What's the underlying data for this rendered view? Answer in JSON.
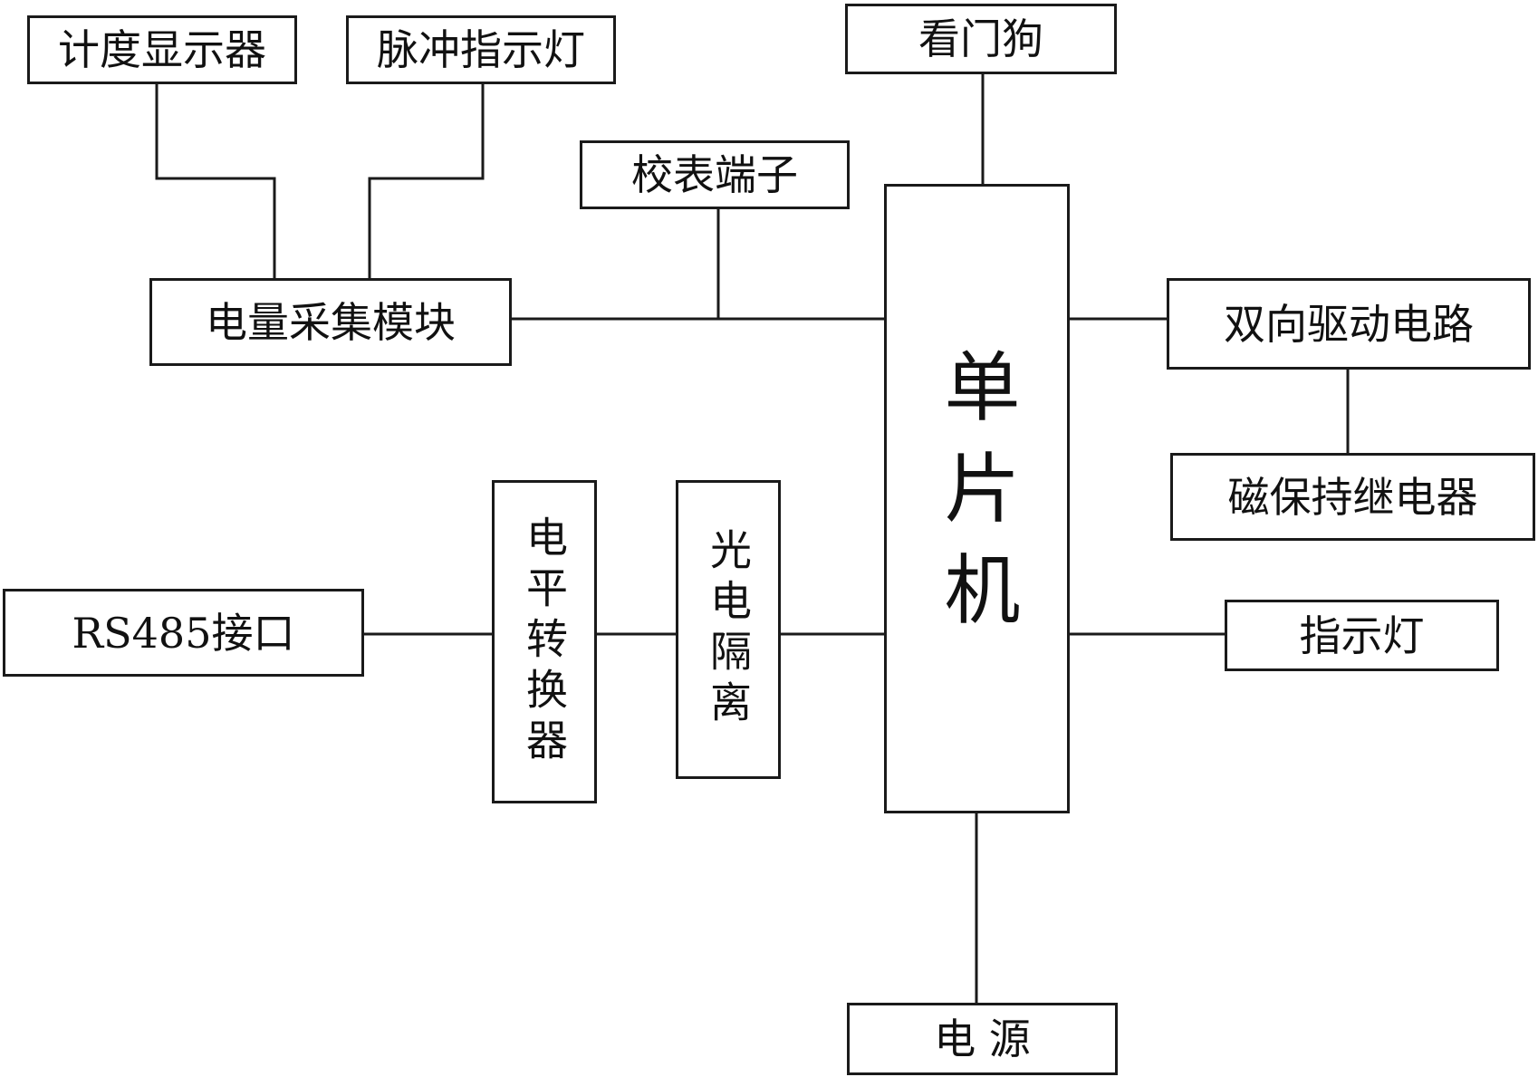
{
  "blocks": {
    "meter_display": "计度显示器",
    "pulse_indicator": "脉冲指示灯",
    "watchdog": "看门狗",
    "calibration_terminal": "校表端子",
    "energy_module": "电量采集模块",
    "mcu": "单片机",
    "bidirectional_driver": "双向驱动电路",
    "magnetic_relay": "磁保持继电器",
    "rs485": "RS485接口",
    "level_converter": "电平转换器",
    "optoisolator": "光电隔离",
    "indicator": "指示灯",
    "power": "电 源"
  }
}
